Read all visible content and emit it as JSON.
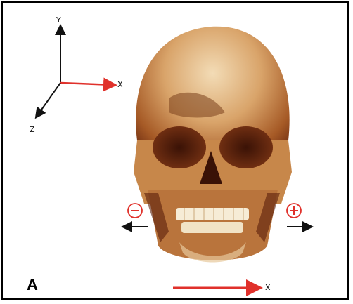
{
  "panel_letter": "A",
  "axes": {
    "y_label": "Y",
    "x_label": "X",
    "z_label": "Z"
  },
  "direction_markers": {
    "negative_sign": "−",
    "positive_sign": "+"
  },
  "bottom_axis_label": "X",
  "colors": {
    "x_axis_arrow": "#e0312b",
    "axis_arrow": "#111111",
    "skull_bone": "#c98a4a",
    "skull_shadow": "#6b2a10"
  }
}
